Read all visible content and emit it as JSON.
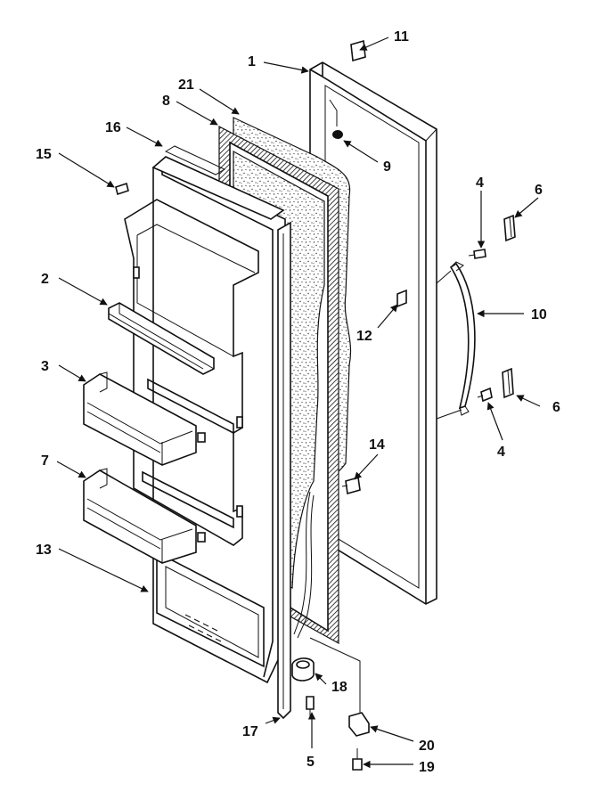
{
  "callouts": [
    {
      "id": "c1",
      "text": "1"
    },
    {
      "id": "c2",
      "text": "2"
    },
    {
      "id": "c3",
      "text": "3"
    },
    {
      "id": "c4a",
      "text": "4"
    },
    {
      "id": "c4b",
      "text": "4"
    },
    {
      "id": "c5",
      "text": "5"
    },
    {
      "id": "c6a",
      "text": "6"
    },
    {
      "id": "c6b",
      "text": "6"
    },
    {
      "id": "c7",
      "text": "7"
    },
    {
      "id": "c8",
      "text": "8"
    },
    {
      "id": "c9",
      "text": "9"
    },
    {
      "id": "c10",
      "text": "10"
    },
    {
      "id": "c11",
      "text": "11"
    },
    {
      "id": "c12",
      "text": "12"
    },
    {
      "id": "c13",
      "text": "13"
    },
    {
      "id": "c14",
      "text": "14"
    },
    {
      "id": "c15",
      "text": "15"
    },
    {
      "id": "c16",
      "text": "16"
    },
    {
      "id": "c17",
      "text": "17"
    },
    {
      "id": "c18",
      "text": "18"
    },
    {
      "id": "c19",
      "text": "19"
    },
    {
      "id": "c20",
      "text": "20"
    },
    {
      "id": "c21",
      "text": "21"
    }
  ]
}
